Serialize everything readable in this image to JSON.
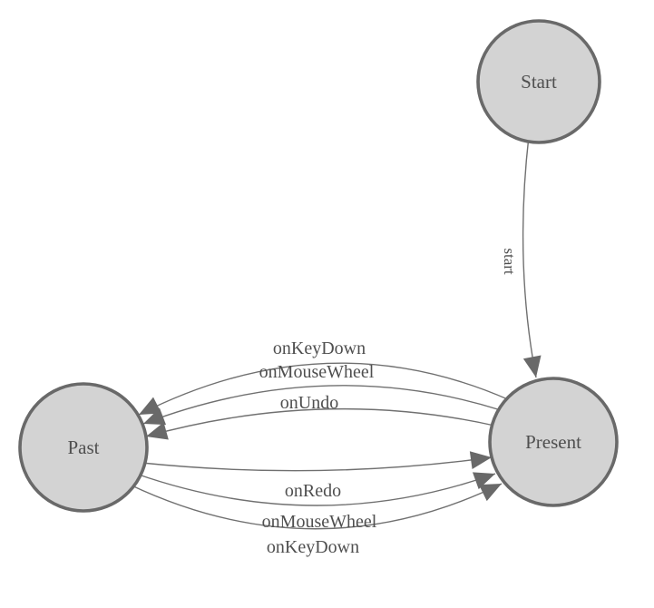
{
  "diagram": {
    "type": "state-machine",
    "states": [
      {
        "id": "start",
        "label": "Start"
      },
      {
        "id": "present",
        "label": "Present"
      },
      {
        "id": "past",
        "label": "Past"
      }
    ],
    "transitions": [
      {
        "label": "start",
        "from": "Start",
        "to": "Present"
      },
      {
        "label": "onKeyDown",
        "from": "Present",
        "to": "Past"
      },
      {
        "label": "onMouseWheel",
        "from": "Present",
        "to": "Past"
      },
      {
        "label": "onUndo",
        "from": "Present",
        "to": "Past"
      },
      {
        "label": "onRedo",
        "from": "Past",
        "to": "Present"
      },
      {
        "label": "onMouseWheel",
        "from": "Past",
        "to": "Present"
      },
      {
        "label": "onKeyDown",
        "from": "Past",
        "to": "Present"
      }
    ],
    "colors": {
      "node_fill": "#d3d3d3",
      "node_stroke": "#696969",
      "edge": "#707070",
      "text": "#4f4f4f",
      "background": "#ffffff"
    }
  }
}
